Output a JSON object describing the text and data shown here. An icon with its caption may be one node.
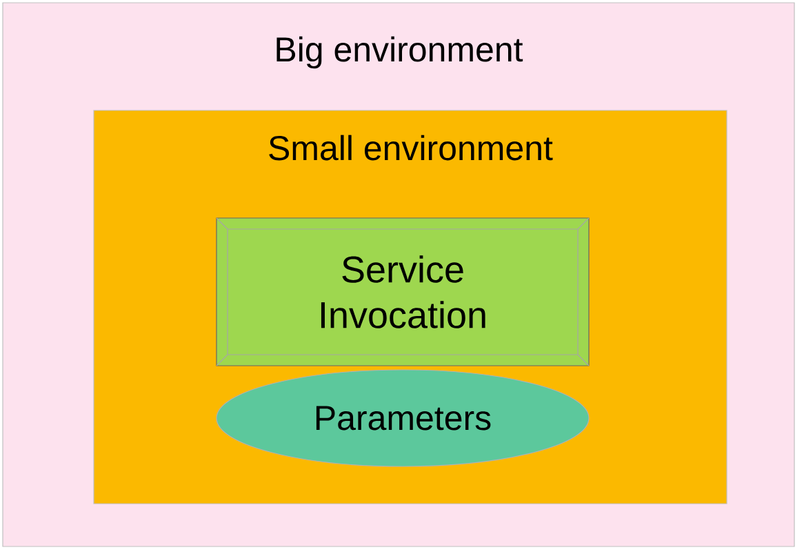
{
  "diagram": {
    "nodes": [
      {
        "text": [
          "Big environment"
        ]
      },
      {
        "text": [
          "Small environment"
        ],
        "in": 0
      },
      {
        "text": [
          "Service Invocation"
        ],
        "in": 1
      },
      {
        "text": [
          "Parameters"
        ],
        "in": 1
      }
    ]
  }
}
